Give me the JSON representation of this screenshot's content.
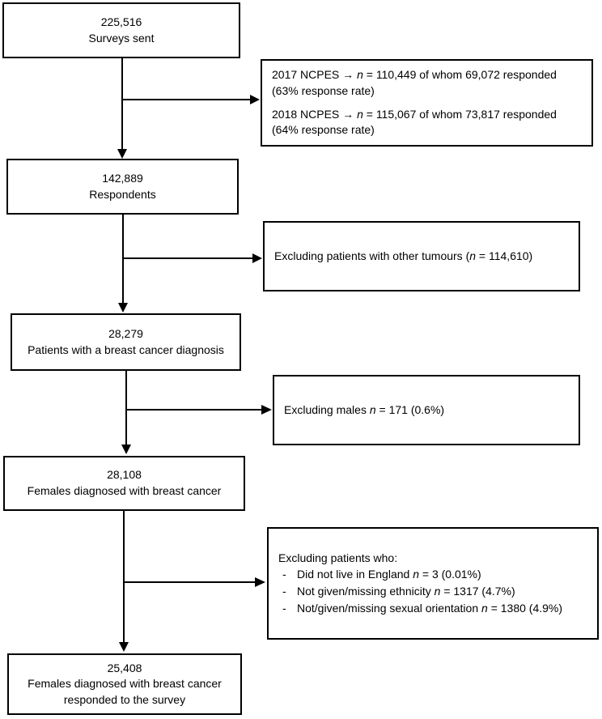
{
  "colors": {
    "line": "#000000",
    "box_background": "#ffffff",
    "text": "#000000"
  },
  "main_boxes": [
    {
      "count": "225,516",
      "label": "Surveys sent"
    },
    {
      "count": "142,889",
      "label": "Respondents"
    },
    {
      "count": "28,279",
      "label": "Patients with a breast cancer diagnosis"
    },
    {
      "count": "28,108",
      "label": "Females diagnosed with breast cancer"
    },
    {
      "count": "25,408",
      "label": "Females diagnosed with breast cancer",
      "label2": "responded to the survey"
    }
  ],
  "side_boxes": {
    "ncpes": {
      "p1": {
        "pre": "2017 NCPES → ",
        "n": "n",
        "post": " = 110,449 of whom 69,072 responded",
        "line2": "(63% response rate)"
      },
      "p2": {
        "pre": "2018 NCPES → ",
        "n": "n",
        "post": " = 115,067 of whom 73,817 responded",
        "line2": "(64% response rate)"
      }
    },
    "tumours": {
      "pre": "Excluding patients with other tumours (",
      "n": "n",
      "post": " = 114,610)"
    },
    "males": {
      "pre": "Excluding males ",
      "n": "n",
      "post": " = 171 (0.6%)"
    },
    "exclusions": {
      "heading": "Excluding patients who:",
      "bullets": [
        {
          "dash": "-",
          "pre": "Did not live in England ",
          "n": "n",
          "post": " = 3 (0.01%)"
        },
        {
          "dash": "-",
          "pre": "Not given/missing ethnicity ",
          "n": "n",
          "post": " = 1317 (4.7%)"
        },
        {
          "dash": "-",
          "pre": "Not/given/missing sexual orientation ",
          "n": "n",
          "post": " = 1380 (4.9%)"
        }
      ]
    }
  }
}
